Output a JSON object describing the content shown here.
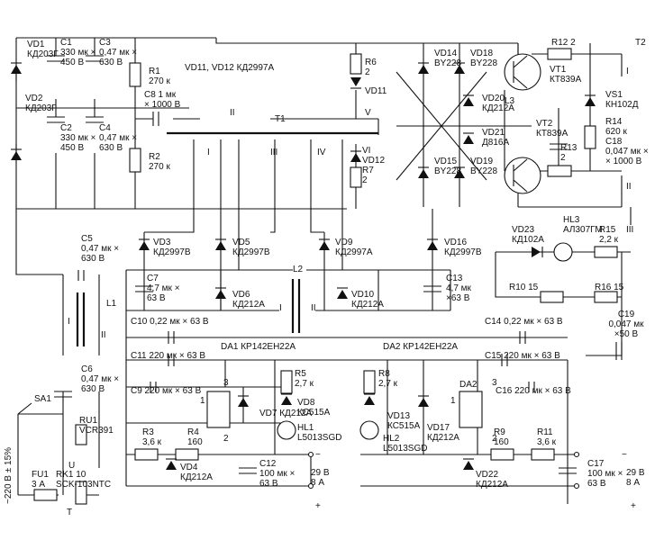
{
  "diagram": {
    "labels": {
      "VD1": [
        "VD1",
        "КД203Г"
      ],
      "VD2": [
        "VD2",
        "КД203Г"
      ],
      "C1": [
        "C1",
        "330 мк ×",
        "450 В"
      ],
      "C2": [
        "C2",
        "330 мк ×",
        "450 В"
      ],
      "C3": [
        "C3",
        "0,47 мк ×",
        "630 В"
      ],
      "C4": [
        "C4",
        "0,47 мк ×",
        "630 В"
      ],
      "R1": [
        "R1",
        "270 к"
      ],
      "R2": [
        "R2",
        "270 к"
      ],
      "C8": [
        "C8 1 мк",
        "× 1000 В"
      ],
      "VD11": [
        "VD11, VD12 КД2997А"
      ],
      "R6": [
        "R6",
        "2"
      ],
      "VD11n": [
        "VD11"
      ],
      "VD14": [
        "VD14",
        "BY228"
      ],
      "VD18": [
        "VD18",
        "BY228"
      ],
      "VD15": [
        "VD15",
        "BY228"
      ],
      "VD19": [
        "VD19",
        "BY228"
      ],
      "R12": [
        "R12 2"
      ],
      "T2": [
        "T2"
      ],
      "VT1": [
        "VT1",
        "КТ839А"
      ],
      "VT2": [
        "VT2",
        "КТ839А"
      ],
      "VD20": [
        "VD20",
        "КД212А"
      ],
      "VD21": [
        "VD21",
        "Д816А"
      ],
      "L3": [
        "L3"
      ],
      "VS1": [
        "VS1",
        "КН102Д"
      ],
      "R14": [
        "R14",
        "620 к"
      ],
      "C18": [
        "C18",
        "0,047 мк ×",
        "× 1000 В"
      ],
      "R13": [
        "R13",
        "2"
      ],
      "T1": [
        "T1"
      ],
      "VD12": [
        "VI",
        "VD12",
        "R7",
        "2"
      ],
      "VD3": [
        "VD3",
        "КД2997В"
      ],
      "VD5": [
        "VD5",
        "КД2997В"
      ],
      "VD9": [
        "VD9",
        "КД2997А"
      ],
      "VD16": [
        "VD16",
        "КД2997В"
      ],
      "VD23": [
        "VD23",
        "КД102А"
      ],
      "HL3": [
        "HL3",
        "АЛ307ГМ"
      ],
      "R15": [
        "R15",
        "2,2 к"
      ],
      "C5": [
        "C5",
        "0,47 мк ×",
        "630 В"
      ],
      "C7": [
        "C7",
        "4,7 мк ×",
        "63 В"
      ],
      "VD6": [
        "VD6",
        "КД212А"
      ],
      "L2": [
        "L2"
      ],
      "VD10": [
        "VD10",
        "КД212А"
      ],
      "C13": [
        "C13",
        "4,7 мк",
        "×63 В"
      ],
      "R10": [
        "R10 15"
      ],
      "R16": [
        "R16 15"
      ],
      "C19": [
        "C19",
        "0,047 мк",
        "×50 В"
      ],
      "L1": [
        "L1"
      ],
      "C10": [
        "C10 0,22 мк × 63 В"
      ],
      "C14": [
        "C14 0,22 мк × 63 В"
      ],
      "DA1": [
        "DA1 КР142ЕН22А"
      ],
      "DA2": [
        "DA2 КР142ЕН22А"
      ],
      "C11": [
        "C11 220 мк × 63 В"
      ],
      "C15": [
        "C15 220 мк × 63 В"
      ],
      "R5": [
        "R5",
        "2,7 к"
      ],
      "R8": [
        "R8",
        "2,7 к"
      ],
      "C6": [
        "C6",
        "0,47 мк ×",
        "630 В"
      ],
      "C9": [
        "C9 220 мк × 63 В"
      ],
      "C16": [
        "C16 220 мк × 63 В"
      ],
      "VD7": [
        "VD7 КД212А"
      ],
      "VD8": [
        "VD8",
        "КС515А"
      ],
      "VD13": [
        "VD13",
        "КС515А"
      ],
      "DA2n": [
        "DA2"
      ],
      "SA1": [
        "SA1"
      ],
      "RU1": [
        "RU1",
        "VCR391"
      ],
      "R3": [
        "R3",
        "3,6 к"
      ],
      "R4": [
        "R4",
        "160"
      ],
      "HL1": [
        "HL1",
        "L5013SGD"
      ],
      "HL2": [
        "HL2",
        "L5013SGD"
      ],
      "VD17": [
        "VD17",
        "КД212А"
      ],
      "R9": [
        "R9",
        "160"
      ],
      "R11": [
        "R11",
        "3,6 к"
      ],
      "VD4": [
        "VD4",
        "КД212А"
      ],
      "VD22": [
        "VD22",
        "КД212А"
      ],
      "C12": [
        "C12",
        "100 мк ×",
        "63 В"
      ],
      "C17": [
        "C17",
        "100 мк ×",
        "63 В"
      ],
      "OUT1": [
        "29 В",
        "8 А"
      ],
      "OUT2": [
        "29 В",
        "8 А"
      ],
      "FU1": [
        "FU1",
        "3 А"
      ],
      "RK1": [
        "RK1 10",
        "SCK-103NTC"
      ],
      "MAINS": [
        "~220 В ± 15%"
      ]
    },
    "windings": {
      "T1_II": "II",
      "T1_V": "V",
      "T1_I": "I",
      "T1_III": "III",
      "T1_IV": "IV",
      "T2_I": "I",
      "T2_II": "II",
      "T2_III": "III",
      "L1_I": "I",
      "L1_II": "II",
      "L2_I": "I",
      "L2_II": "II"
    },
    "pins": {
      "da1_3": "3",
      "da1_1": "1",
      "da1_2": "2",
      "da2_3": "3",
      "da2_1": "1",
      "da2_2": "2",
      "u": "U",
      "t": "T",
      "minus1": "−",
      "plus1": "+",
      "minus2": "−",
      "plus2": "+"
    }
  }
}
